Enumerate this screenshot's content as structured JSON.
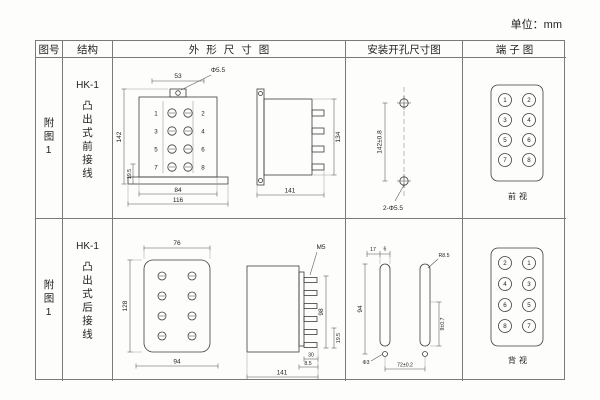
{
  "unit_label": "单位：mm",
  "colors": {
    "ink": "#2b2b2b",
    "grid_line": "#7a7a7a",
    "background": "#ffffff"
  },
  "headers": {
    "fig_no": "图号",
    "structure": "结构",
    "outline": "外形尺寸图",
    "mounting": "安装开孔尺寸图",
    "terminal": "端子图"
  },
  "row1": {
    "fig_no": "附图1",
    "model": "HK-1",
    "structure": "凸出式前接线",
    "outline": {
      "d53": "53",
      "d_phi": "Φ5.5",
      "d142": "142",
      "d19_5": "19.5",
      "d84": "84",
      "d116": "116",
      "d134": "134",
      "d141": "141",
      "t": [
        "1",
        "2",
        "3",
        "4",
        "5",
        "6",
        "7",
        "8"
      ]
    },
    "mounting": {
      "d_h": "142±0.8",
      "holes": "2-Φ5.5"
    },
    "terminal": {
      "left": [
        "1",
        "3",
        "5",
        "7"
      ],
      "right": [
        "2",
        "4",
        "6",
        "8"
      ],
      "view": "前视"
    }
  },
  "row2": {
    "fig_no": "附图1",
    "model": "HK-1",
    "structure": "凸出式后接线",
    "outline": {
      "d76": "76",
      "d128": "128",
      "d94": "94",
      "m5": "M5",
      "d98": "98",
      "d19_5": "19.5",
      "d30": "30",
      "d8_5": "8.5",
      "d141": "141"
    },
    "mounting": {
      "d17": "17",
      "d6": "6",
      "r85": "R8.5",
      "d94": "94",
      "d9": "9±0.7",
      "d72": "72±0.2",
      "phi3": "Φ3"
    },
    "terminal": {
      "left": [
        "2",
        "4",
        "6",
        "8"
      ],
      "right": [
        "1",
        "3",
        "5",
        "7"
      ],
      "view": "背视"
    }
  }
}
